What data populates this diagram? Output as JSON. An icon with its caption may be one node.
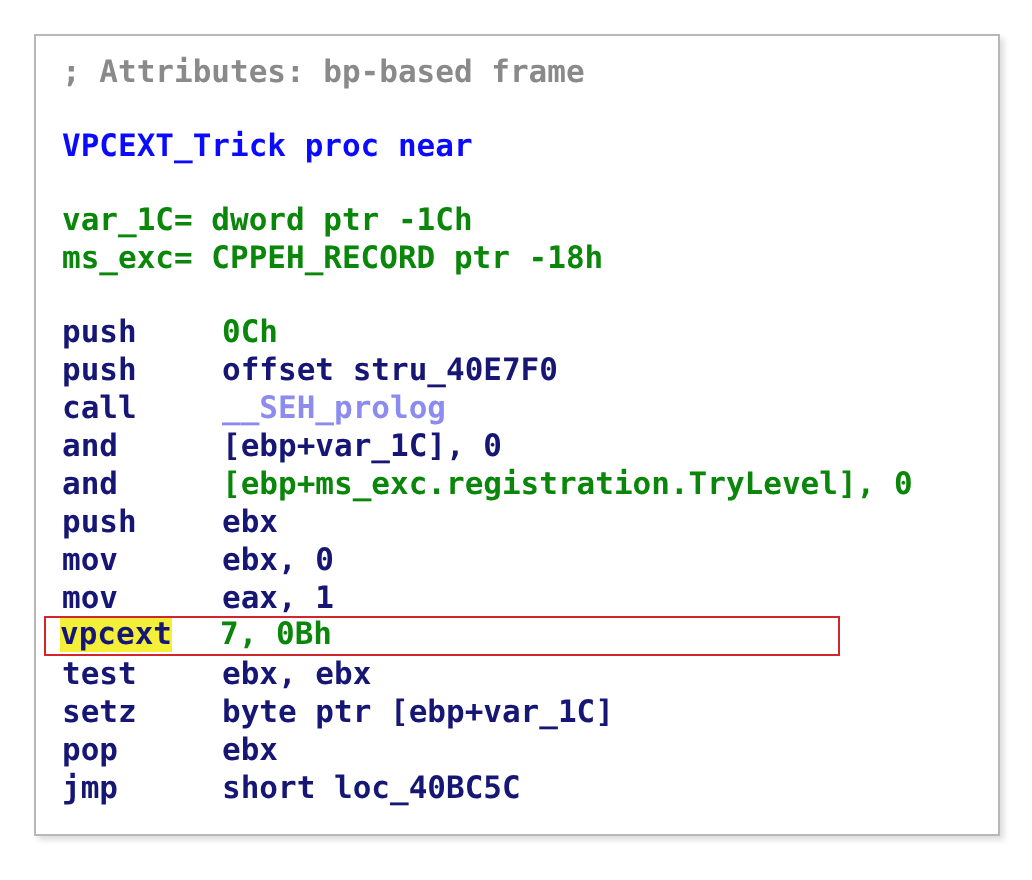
{
  "diagram": {
    "nodes": [
      {
        "text": [
          "vpcext",
          "7, 0Bh"
        ]
      }
    ],
    "labels": [
      "; Attributes: bp-based frame",
      "VPCEXT_Trick proc near",
      "var_1C= dword ptr -1Ch",
      "ms_exc= CPPEH_RECORD ptr -18h",
      "push",
      "0Ch",
      "push",
      "offset stru_40E7F0",
      "call",
      "__SEH_prolog",
      "and",
      "[ebp+var_1C], 0",
      "and",
      "[ebp+ms_exc.registration.TryLevel], 0",
      "push",
      "ebx",
      "mov",
      "ebx, 0",
      "mov",
      "eax, 1",
      "test",
      "ebx, ebx",
      "setz",
      "byte ptr [ebp+var_1C]",
      "pop",
      "ebx",
      "jmp",
      "short loc_40BC5C"
    ]
  }
}
